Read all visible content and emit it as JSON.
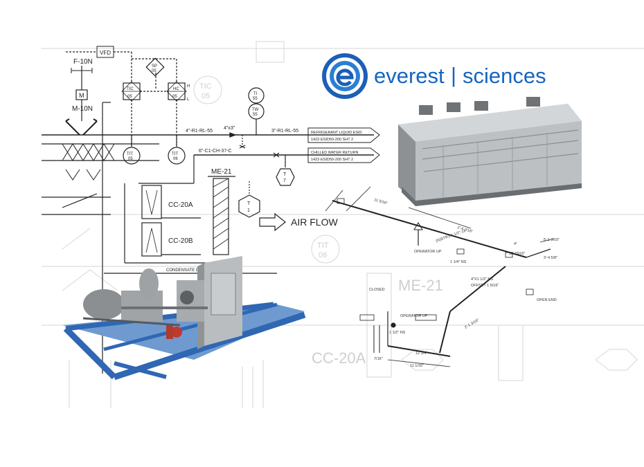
{
  "logo": {
    "brand_left": "everest",
    "brand_sep": "|",
    "brand_right": "sciences",
    "brand_color": "#1565c0"
  },
  "pid": {
    "vfd": "VFD",
    "fan_tag": "F-10N",
    "motor_symbol": "M",
    "motor_tag": "M-10N",
    "sp": [
      "SP",
      "05"
    ],
    "tic": [
      "TIC",
      "05"
    ],
    "hc": [
      "HC",
      "05"
    ],
    "ti": [
      "TI",
      "55"
    ],
    "tw": [
      "TW",
      "55"
    ],
    "tit1": [
      "TIT",
      "05"
    ],
    "tit2": [
      "TIT",
      "06"
    ],
    "t7": [
      "T",
      "7"
    ],
    "t1": [
      "T",
      "1"
    ],
    "h_letter": "H",
    "l_letter": "L",
    "line1": "4\"-R1-RL-55",
    "reducer": "4\"x3\"",
    "line2": "3\"-R1-RL-55",
    "line3": "6\"-C1-CH-37-C",
    "flag1": [
      "REFRIGERANT LIQUID ESID",
      "1422-ESID50-200 SHT 2"
    ],
    "flag2": [
      "CHILLED WATER RETURN",
      "1422-ESID50-200 SHT 2"
    ],
    "me21": "ME-21",
    "cc20a": "CC-20A",
    "cc20b": "CC-20B",
    "airflow": "AIR FLOW",
    "condensate": "CONDENSATE DR"
  },
  "iso": {
    "labels": [
      "11 5/16\"",
      "2'-4 3/16\"",
      "(N)STR1-1 1/2\"-11",
      "OPERATOR UP",
      "1 1/4\" NS",
      "4\"",
      "23 15/16\"",
      "5'-1 3/16\"",
      "3'-4 5/8\"",
      "4\"X1 1/2\" NS",
      "OFFSET 1 5/16\"",
      "CLOSED",
      "OPERATOR UP",
      "OPEN END",
      "1 1/2\" NS",
      "2'-1 3/16\"",
      "11 1/16\"",
      "12 3/4\"",
      "7/16\""
    ]
  },
  "colors": {
    "line": "#222222",
    "faint": "#d0d0d0",
    "equip_blue": "#2f67b3",
    "steel": "#b9bdbf"
  }
}
